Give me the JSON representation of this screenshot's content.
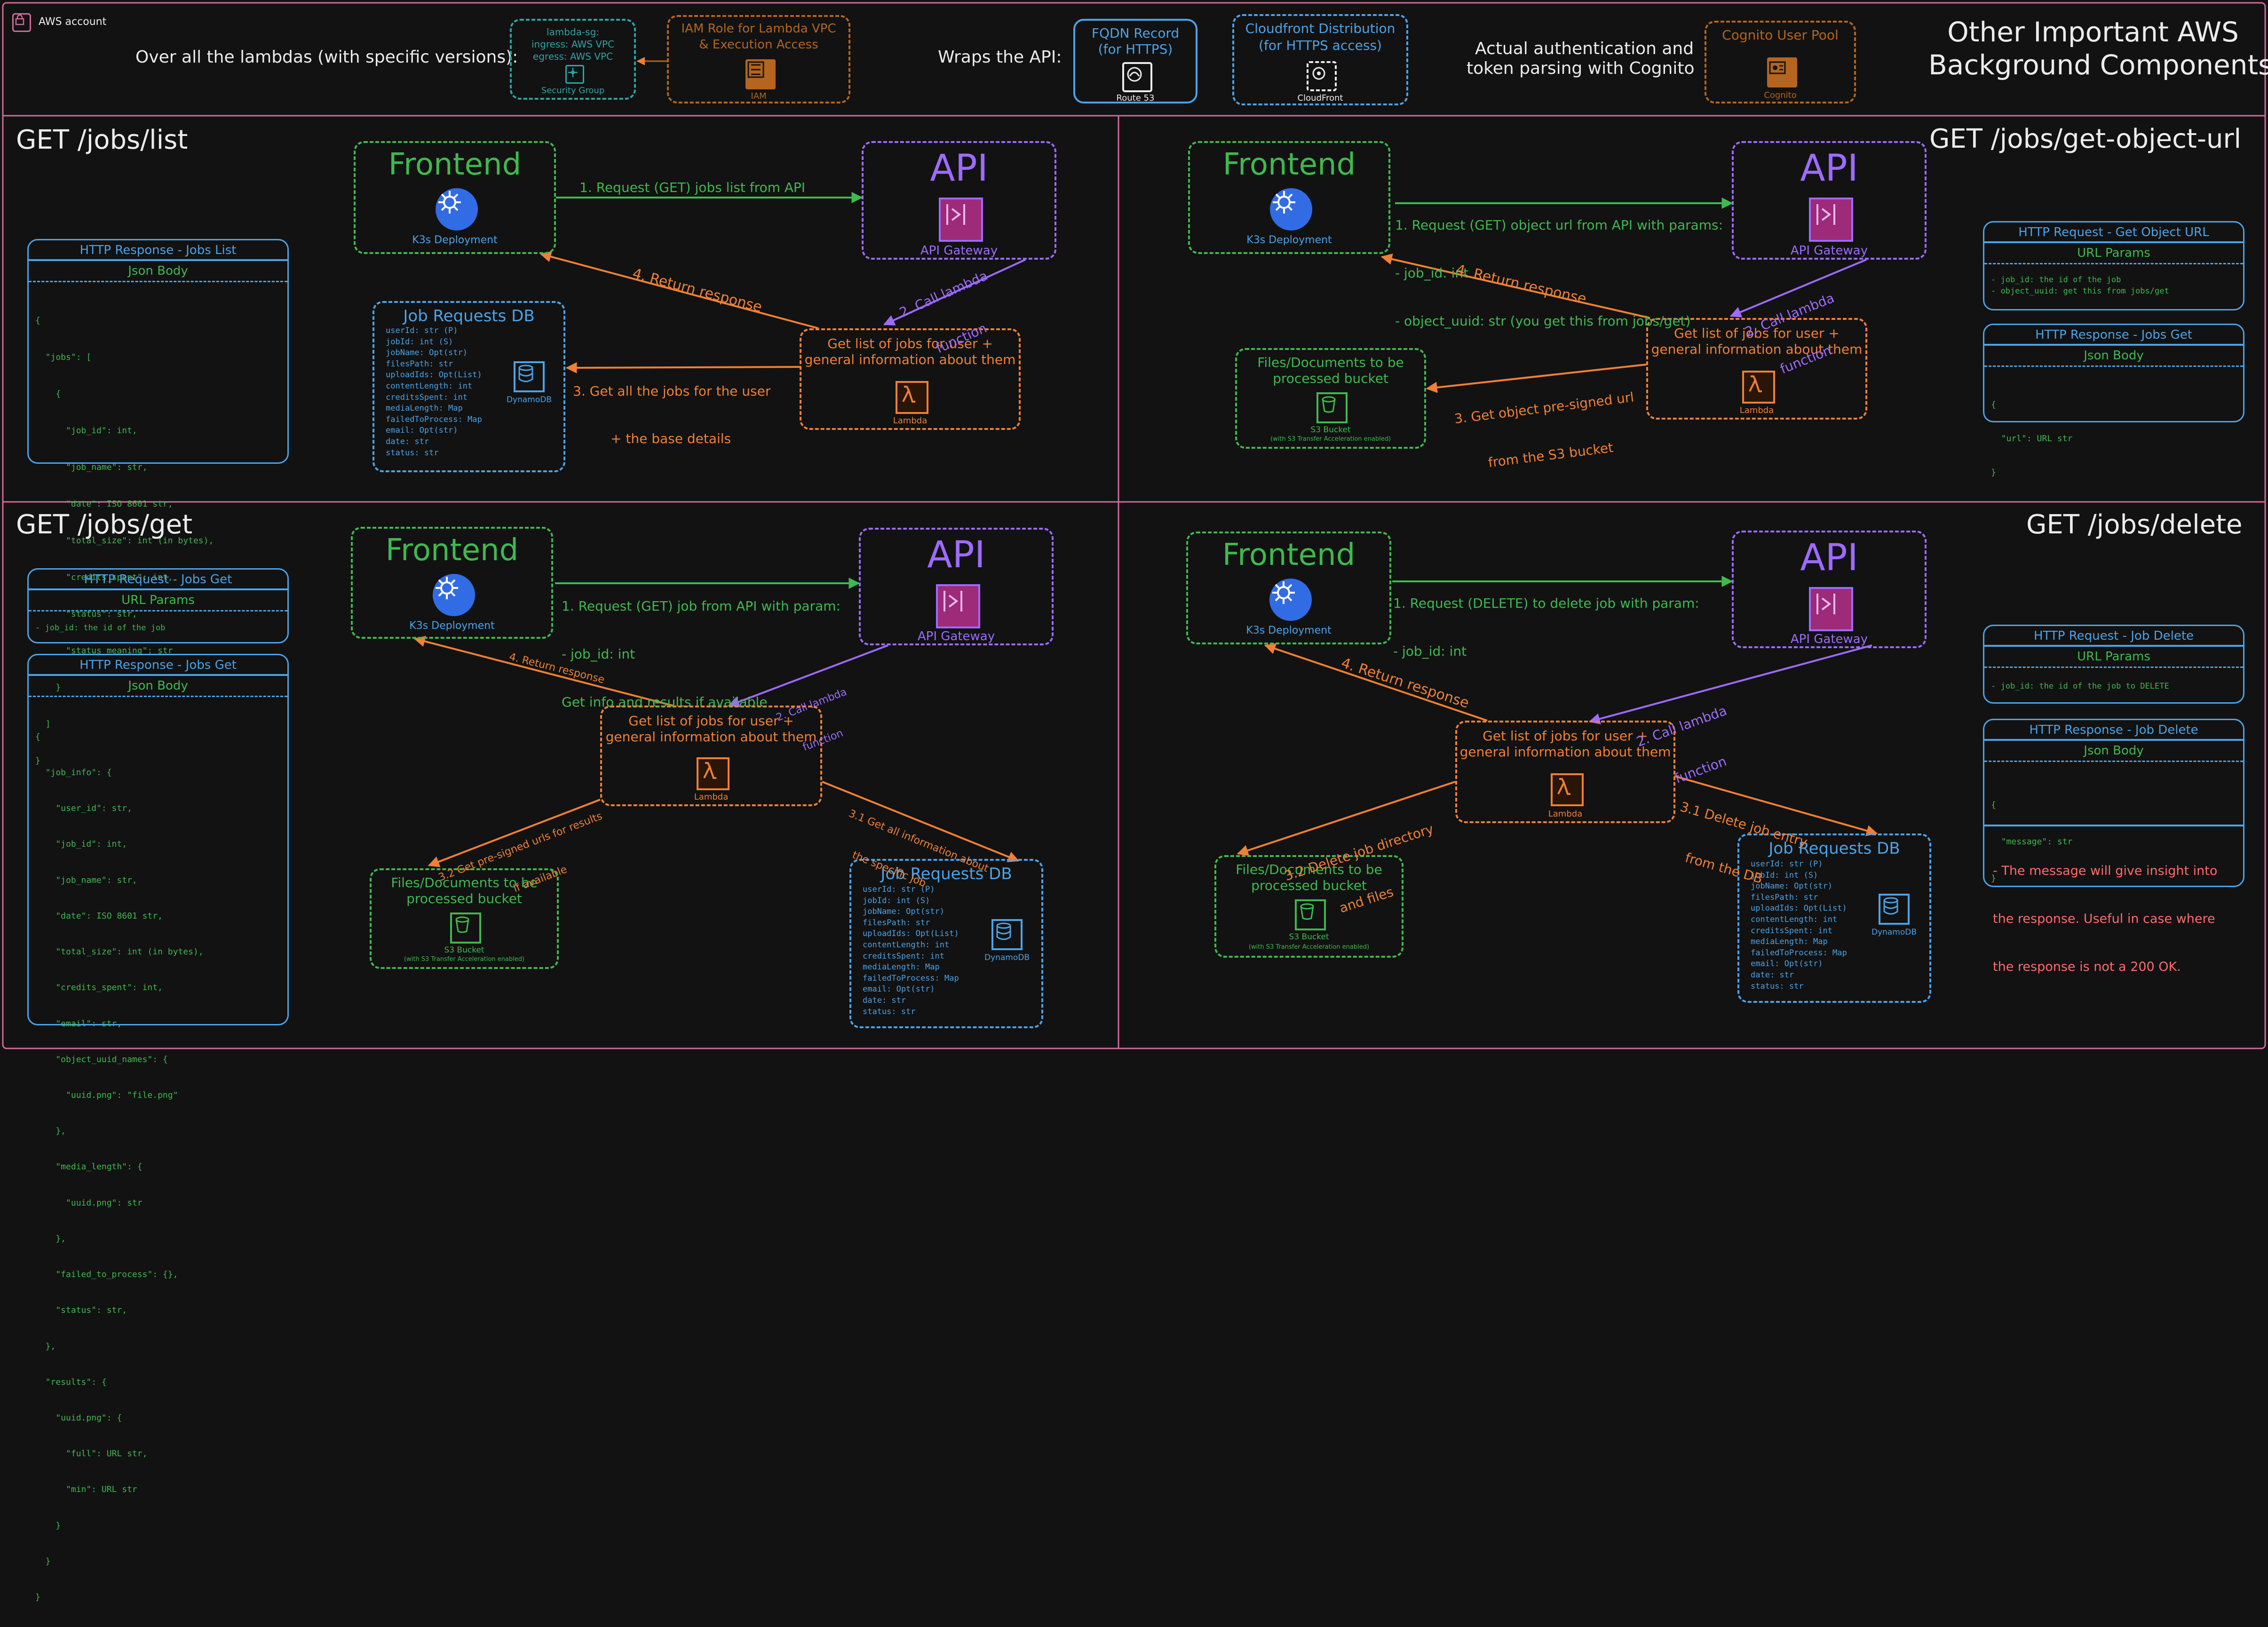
{
  "header": {
    "aws_account_label": "AWS account",
    "title_line1": "Other Important AWS",
    "title_line2": "Background Components",
    "lambdas_label": "Over all the lambdas (with specific versions):",
    "security_group_lines": [
      "lambda-sg:",
      "ingress: AWS VPC",
      "egress: AWS VPC"
    ],
    "security_group_label": "Security Group",
    "iam_title_lines": [
      "IAM Role for Lambda VPC",
      "& Execution Access"
    ],
    "iam_label": "IAM",
    "wraps_label": "Wraps the API:",
    "fqdn_lines": [
      "FQDN Record",
      "(for HTTPS)"
    ],
    "route53_label": "Route 53",
    "cloudfront_lines": [
      "Cloudfront Distribution",
      "(for HTTPS access)"
    ],
    "cloudfront_label": "CloudFront",
    "auth_lines": [
      "Actual authentication and",
      "token parsing with Cognito"
    ],
    "cognito_title": "Cognito User Pool",
    "cognito_label": "Cognito"
  },
  "colors": {
    "frontend": "#3fb950",
    "api": "#9d6bff",
    "lambda": "#f08036",
    "storage": "#4ba3e8",
    "panel_border": "#d16a9a",
    "background": "#121212"
  },
  "common": {
    "frontend_title": "Frontend",
    "k3s_label": "K3s Deployment",
    "api_title": "API",
    "api_gateway_label": "API Gateway",
    "lambda_text_lines": [
      "Get list of jobs for user +",
      "general information about them"
    ],
    "lambda_label": "Lambda",
    "dynamodb_label": "DynamoDB",
    "s3_title_lines": [
      "Files/Documents to be",
      "processed bucket"
    ],
    "s3_label": "S3 Bucket",
    "s3_sublabel": "(with S3 Transfer Acceleration enabled)",
    "jobdb_title": "Job Requests DB",
    "jobdb_fields": [
      "userId: str (P)",
      "jobId: int (S)",
      "jobName: Opt(str)",
      "filesPath: str",
      "uploadIds: Opt(List)",
      "contentLength: int",
      "creditsSpent: int",
      "mediaLength: Map",
      "failedToProcess: Map",
      "email: Opt(str)",
      "date: str",
      "status: str"
    ],
    "json_body_label": "Json Body",
    "url_params_label": "URL Params"
  },
  "list": {
    "title": "GET /jobs/list",
    "step1": "1. Request (GET) jobs list from API",
    "step2_lines": [
      "2. Call lambda",
      "function"
    ],
    "step3_lines": [
      "3. Get all the jobs for the user",
      "+ the base details"
    ],
    "step4": "4. Return response",
    "response_title": "HTTP Response - Jobs List",
    "response_body": [
      "{",
      "  \"jobs\": [",
      "    {",
      "      \"job_id\": int,",
      "      \"job_name\": str,",
      "      \"date\": ISO 8601 str,",
      "      \"total_size\": int (in bytes),",
      "      \"credits_spent\": int,",
      "      \"status\": str,",
      "      \"status_meaning\": str",
      "    }",
      "  ]",
      "}"
    ]
  },
  "getobj": {
    "title": "GET /jobs/get-object-url",
    "step1_lines": [
      "1. Request (GET) object url from API with params:",
      "- job_id: int",
      "- object_uuid: str (you get this from jobs/get)"
    ],
    "step2_lines": [
      "2. Call lambda",
      "function"
    ],
    "step3_lines": [
      "3. Get object pre-signed url",
      "from the S3 bucket"
    ],
    "step4": "4. Return response",
    "request_title": "HTTP Request - Get Object URL",
    "request_params": [
      "- job_id: the id of the job",
      "- object_uuid: get this from jobs/get"
    ],
    "response_title": "HTTP Response - Jobs Get",
    "response_body": [
      "{",
      "  \"url\": URL str",
      "}"
    ]
  },
  "get": {
    "title": "GET /jobs/get",
    "step1_lines": [
      "1. Request (GET) job from API with param:",
      "- job_id: int",
      "Get info and results if available"
    ],
    "step2_lines": [
      "2. Call lambda",
      "function"
    ],
    "step31_lines": [
      "3.1 Get all information about",
      "the specific job"
    ],
    "step32_lines": [
      "3.2 Get pre-signed urls for results",
      "if available"
    ],
    "step4": "4. Return response",
    "request_title": "HTTP Request - Jobs Get",
    "request_params": [
      "- job_id: the id of the job"
    ],
    "response_title": "HTTP Response - Jobs Get",
    "response_body": [
      "{",
      "  \"job_info\": {",
      "    \"user_id\": str,",
      "    \"job_id\": int,",
      "    \"job_name\": str,",
      "    \"date\": ISO 8601 str,",
      "    \"total_size\": int (in bytes),",
      "    \"credits_spent\": int,",
      "    \"email\": str,",
      "    \"object_uuid_names\": {",
      "      \"uuid.png\": \"file.png\"",
      "    },",
      "    \"media_length\": {",
      "      \"uuid.png\": str",
      "    },",
      "    \"failed_to_process\": {},",
      "    \"status\": str,",
      "  },",
      "  \"results\": {",
      "    \"uuid.png\": {",
      "      \"full\": URL str,",
      "      \"min\": URL str",
      "    }",
      "  }",
      "}"
    ]
  },
  "delete": {
    "title": "GET /jobs/delete",
    "step1_lines": [
      "1. Request (DELETE) to delete job with param:",
      "- job_id: int"
    ],
    "step2_lines": [
      "2. Call lambda",
      "function"
    ],
    "step31_lines": [
      "3.1 Delete job entry",
      "from the DB"
    ],
    "step32_lines": [
      "3.2 Delete job directory",
      "and files"
    ],
    "step4": "4. Return response",
    "request_title": "HTTP Request - Job Delete",
    "request_params": [
      "- job_id: the id of the job to DELETE"
    ],
    "response_title": "HTTP Response - Job Delete",
    "response_body": [
      "{",
      "  \"message\": str",
      "}"
    ],
    "note_lines": [
      "- The message will give insight into",
      "the response. Useful in case where",
      "the response is not a 200 OK."
    ]
  }
}
